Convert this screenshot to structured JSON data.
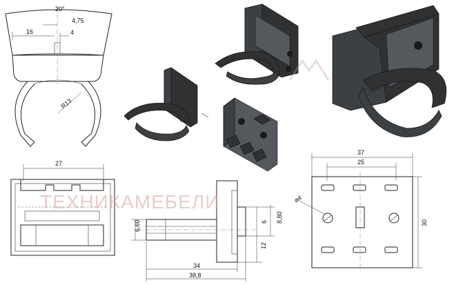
{
  "top_view": {
    "angle": "20°",
    "dim_475": "4,75",
    "dim_16": "16",
    "dim_4": "4",
    "radius": "R13"
  },
  "front_view": {
    "width": "27"
  },
  "side_view": {
    "dim_660": "6,60",
    "dim_6": "6",
    "dim_880": "8,80",
    "dim_12": "12",
    "dim_34": "34",
    "dim_388": "38,8"
  },
  "plate_view": {
    "dim_37": "37",
    "dim_25": "25",
    "dim_30": "30",
    "hole": "⌀4"
  },
  "watermark": "ТЕХНИКАМЕБЕЛИ"
}
